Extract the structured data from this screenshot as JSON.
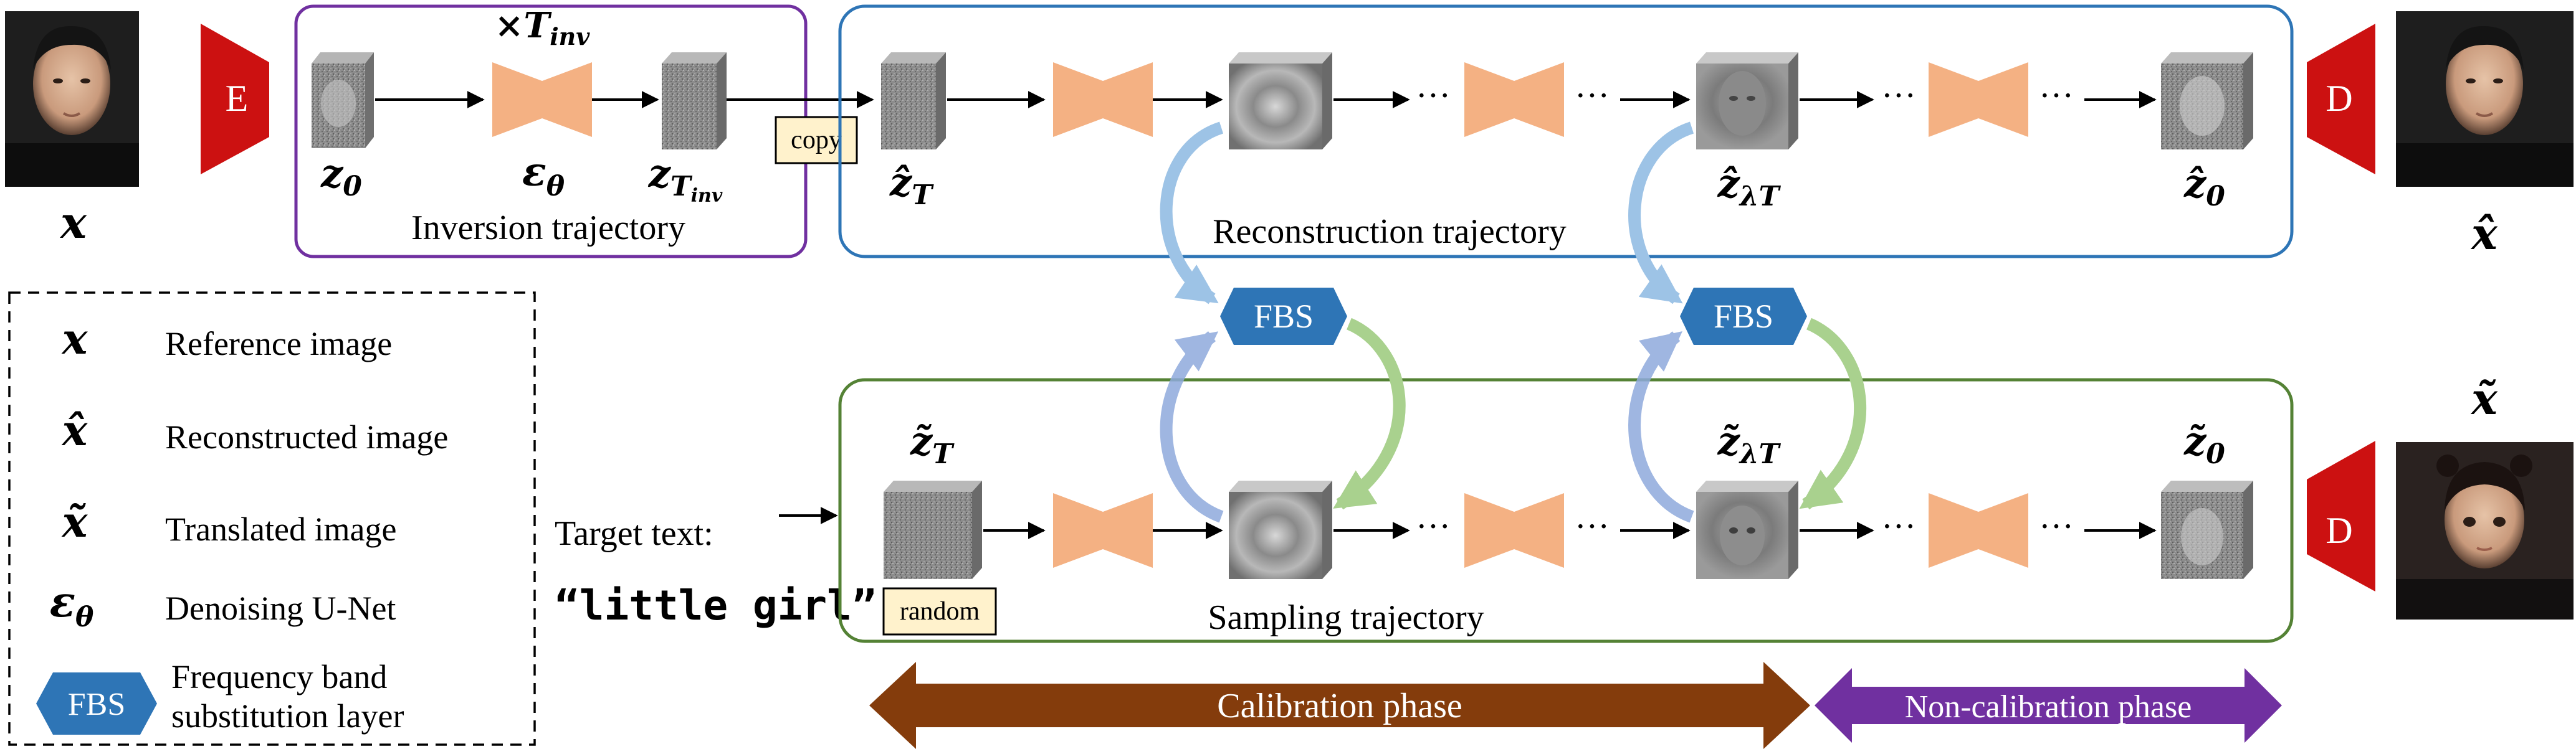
{
  "encoder": {
    "label": "E"
  },
  "decoder": {
    "label": "D"
  },
  "inputs": {
    "x_label": "x",
    "x_hat_label": "x̂",
    "x_tilde_label": "x̃"
  },
  "inversion": {
    "title": "Inversion trajectory",
    "repeat_label": "×T",
    "repeat_sub": "inv",
    "z0_label": "z",
    "z0_sub": "0",
    "eps_label": "ε",
    "eps_sub": "θ",
    "zT_label": "z",
    "zT_sub": "T",
    "zT_subsub": "inv",
    "copy_label": "copy"
  },
  "reconstruction": {
    "title": "Reconstruction trajectory",
    "zT_label": "ẑ",
    "zT_sub": "T",
    "zlam_label": "ẑ",
    "zlam_sub": "λT",
    "z0_label": "ẑ",
    "z0_sub": "0",
    "ellipsis": "···"
  },
  "sampling": {
    "title": "Sampling trajectory",
    "zT_label": "z̃",
    "zT_sub": "T",
    "zlam_label": "z̃",
    "zlam_sub": "λT",
    "z0_label": "z̃",
    "z0_sub": "0",
    "random_label": "random"
  },
  "fbs": {
    "label": "FBS"
  },
  "target": {
    "label": "Target text:",
    "text": "“little girl”"
  },
  "phases": {
    "calibration": "Calibration phase",
    "non_calibration": "Non-calibration phase"
  },
  "legend": {
    "items": [
      {
        "symbol": "x",
        "desc": "Reference image"
      },
      {
        "symbol": "x̂",
        "desc": "Reconstructed image"
      },
      {
        "symbol": "x̃",
        "desc": "Translated image"
      },
      {
        "symbol": "ε",
        "symbol_sub": "θ",
        "desc": "Denoising U-Net"
      }
    ],
    "fbs_desc_1": "Frequency band",
    "fbs_desc_2": "substitution layer"
  },
  "colors": {
    "encoder_red": "#cc1111",
    "unet_orange": "#f4b183",
    "inversion_purple": "#7030a0",
    "reconstruction_blue": "#2e75b6",
    "sampling_green": "#548235",
    "fbs_blue": "#2e75b6",
    "calibration_brown": "#843c0c",
    "non_calibration_purple": "#7030a0",
    "copy_box_fill": "#fff2cc"
  }
}
